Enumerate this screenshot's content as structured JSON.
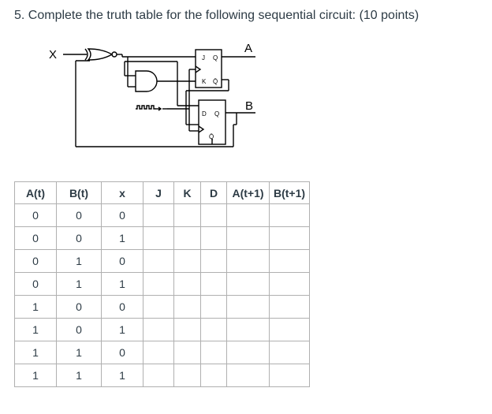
{
  "question": "5. Complete the truth table for the following sequential circuit: (10 points)",
  "circuit": {
    "input_label": "X",
    "ff1": {
      "j": "J",
      "k": "K",
      "q": "Q",
      "qbar": "Q̄"
    },
    "ff2": {
      "d": "D",
      "q": "Q",
      "qbar": "Q̄"
    },
    "output_a": "A",
    "output_b": "B"
  },
  "table": {
    "headers": [
      "A(t)",
      "B(t)",
      "x",
      "J",
      "K",
      "D",
      "A(t+1)",
      "B(t+1)"
    ],
    "rows": [
      [
        "0",
        "0",
        "0",
        "",
        "",
        "",
        "",
        ""
      ],
      [
        "0",
        "0",
        "1",
        "",
        "",
        "",
        "",
        ""
      ],
      [
        "0",
        "1",
        "0",
        "",
        "",
        "",
        "",
        ""
      ],
      [
        "0",
        "1",
        "1",
        "",
        "",
        "",
        "",
        ""
      ],
      [
        "1",
        "0",
        "0",
        "",
        "",
        "",
        "",
        ""
      ],
      [
        "1",
        "0",
        "1",
        "",
        "",
        "",
        "",
        ""
      ],
      [
        "1",
        "1",
        "0",
        "",
        "",
        "",
        "",
        ""
      ],
      [
        "1",
        "1",
        "1",
        "",
        "",
        "",
        "",
        ""
      ]
    ]
  }
}
